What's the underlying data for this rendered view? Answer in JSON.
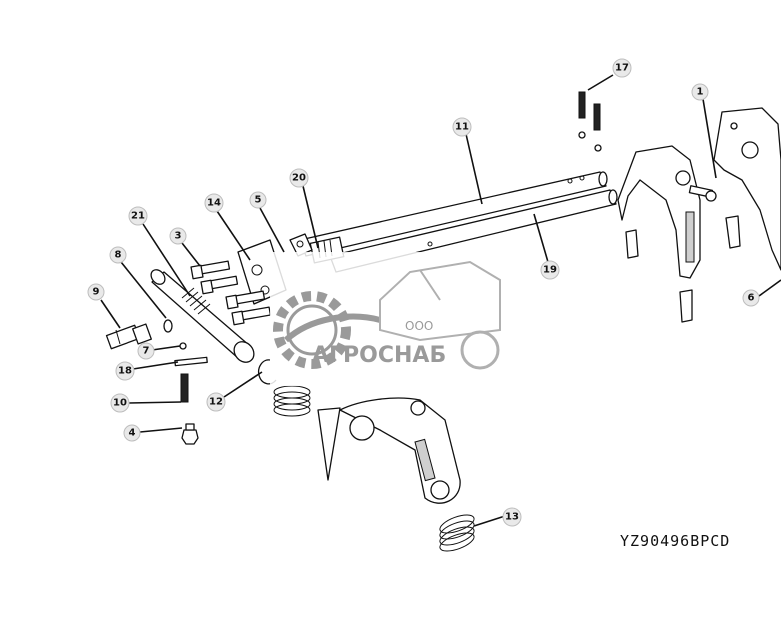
{
  "figure_code": "YZ90496BPCD",
  "watermark": {
    "company_prefix": "ООО",
    "company_name": "АГРОСНАБ"
  },
  "callouts": [
    "1",
    "3",
    "4",
    "5",
    "6",
    "7",
    "8",
    "9",
    "10",
    "11",
    "12",
    "13",
    "14",
    "17",
    "18",
    "19",
    "20",
    "21"
  ]
}
